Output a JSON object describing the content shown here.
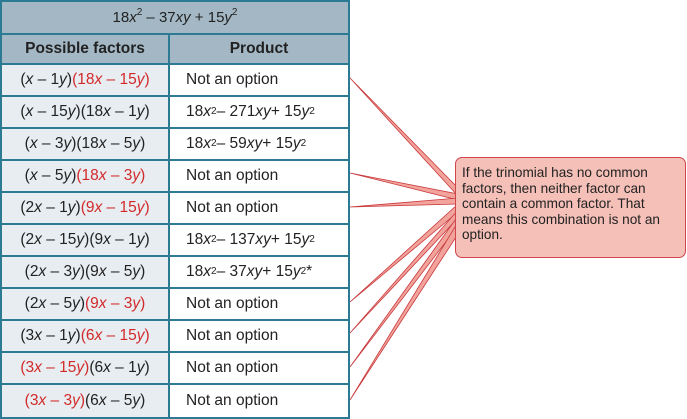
{
  "title": {
    "expression_parts": [
      "18",
      "x",
      "2",
      " – 37",
      "xy",
      " + 15",
      "y",
      "2"
    ],
    "text": "18x² – 37xy + 15y²"
  },
  "headers": {
    "factors": "Possible factors",
    "product": "Product"
  },
  "rows": [
    {
      "factor1": "(x – 1y)",
      "factor2": "(18x – 15y)",
      "f1_red": false,
      "f2_red": true,
      "product": "Not an option"
    },
    {
      "factor1": "(x – 15y)",
      "factor2": "(18x – 1y)",
      "f1_red": false,
      "f2_red": false,
      "product": "18x² – 271xy + 15y²"
    },
    {
      "factor1": "(x – 3y)",
      "factor2": "(18x – 5y)",
      "f1_red": false,
      "f2_red": false,
      "product": "18x² – 59xy + 15y²"
    },
    {
      "factor1": "(x – 5y)",
      "factor2": "(18x – 3y)",
      "f1_red": false,
      "f2_red": true,
      "product": "Not an option"
    },
    {
      "factor1": "(2x – 1y)",
      "factor2": "(9x – 15y)",
      "f1_red": false,
      "f2_red": true,
      "product": "Not an option"
    },
    {
      "factor1": "(2x – 15y)",
      "factor2": "(9x – 1y)",
      "f1_red": false,
      "f2_red": false,
      "product": "18x² – 137xy + 15y²"
    },
    {
      "factor1": "(2x – 3y)",
      "factor2": "(9x – 5y)",
      "f1_red": false,
      "f2_red": false,
      "product": "18x² – 37xy + 15y²*"
    },
    {
      "factor1": "(2x – 5y)",
      "factor2": "(9x – 3y)",
      "f1_red": false,
      "f2_red": true,
      "product": "Not an option"
    },
    {
      "factor1": "(3x – 1y)",
      "factor2": "(6x – 15y)",
      "f1_red": false,
      "f2_red": true,
      "product": "Not an option"
    },
    {
      "factor1": "(3x – 15y)",
      "factor2": "(6x – 1y)",
      "f1_red": true,
      "f2_red": false,
      "product": "Not an option"
    },
    {
      "factor1": "(3x – 3y)",
      "factor2": "(6x – 5y)",
      "f1_red": true,
      "f2_red": false,
      "product": "Not an option"
    }
  ],
  "callout": {
    "text": "If the trinomial has no common factors, then neither factor can contain a common factor. That means this combination is not an option."
  },
  "colors": {
    "border": "#2d7a95",
    "header_bg": "#a3b8c4",
    "factor_bg": "#e8edf1",
    "highlight_red": "#d22a2a",
    "callout_bg": "#f5c0b8",
    "callout_border": "#d0464a"
  }
}
